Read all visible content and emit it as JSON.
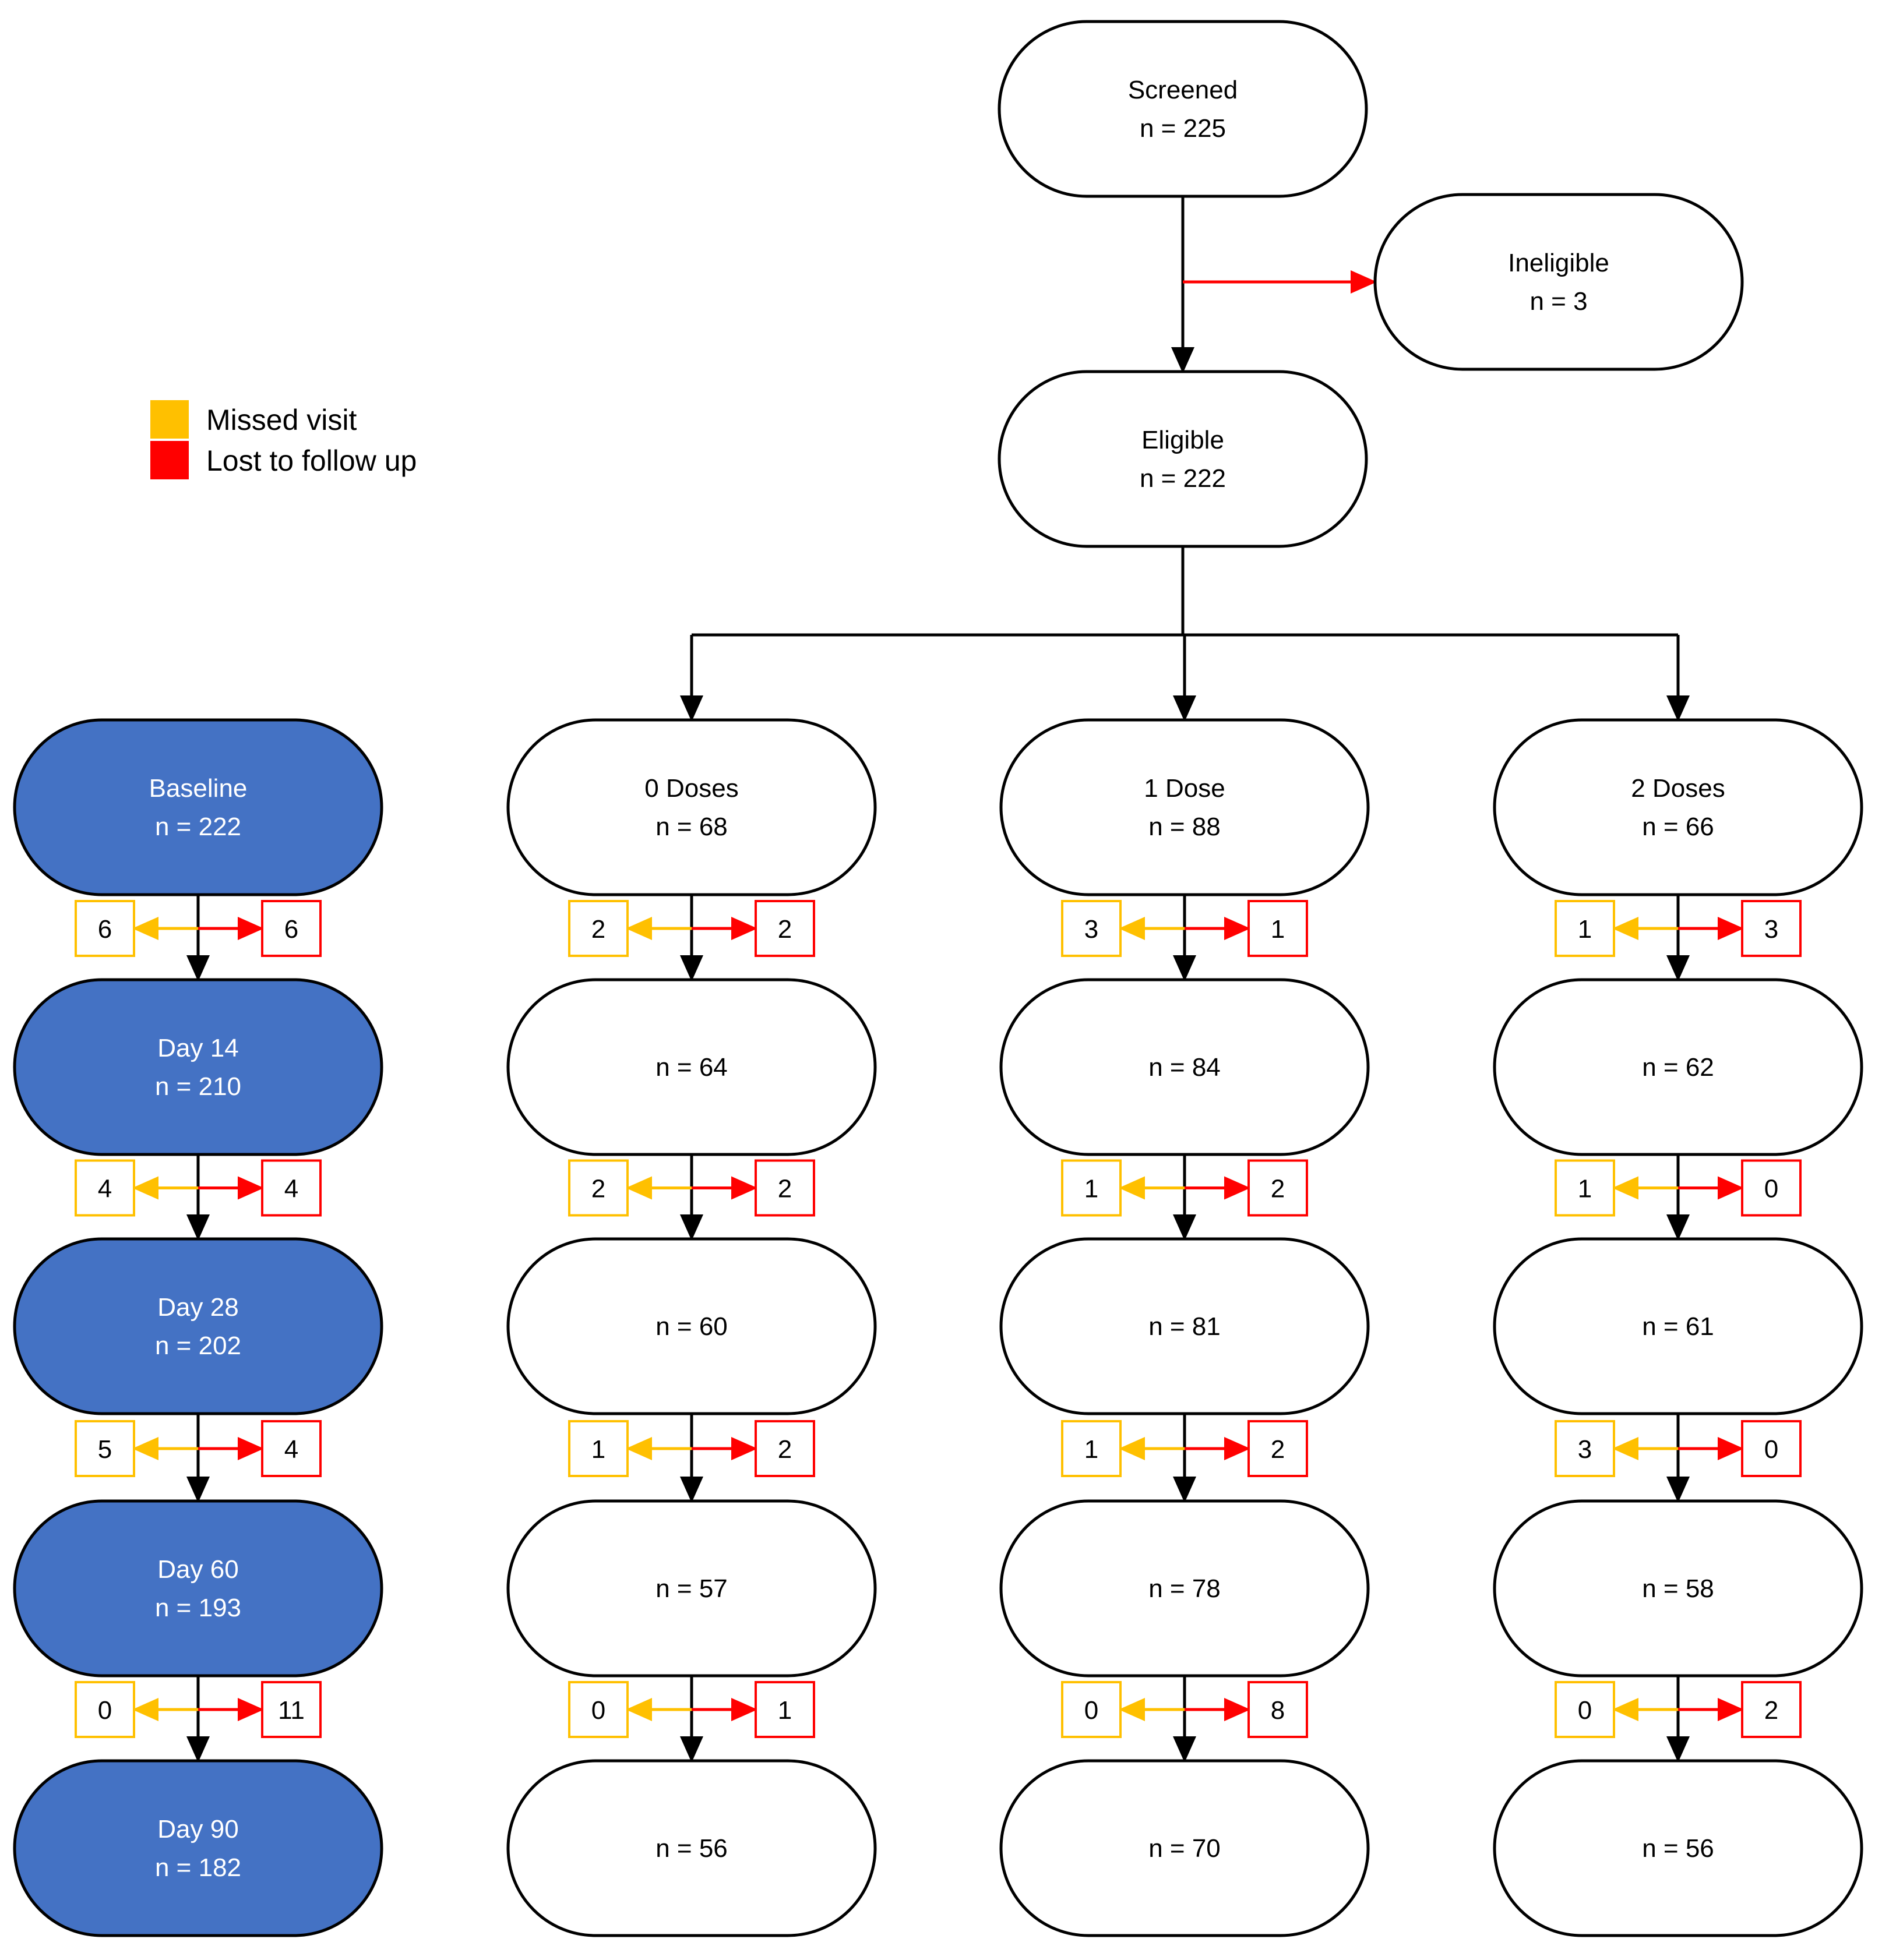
{
  "colors": {
    "missed_visit": "#FFC000",
    "lost_to_follow_up": "#FF0000",
    "timeline_fill": "#4472C4",
    "node_fill": "#FFFFFF",
    "stroke": "#000000"
  },
  "legend": [
    {
      "label": "Missed visit",
      "color_key": "missed_visit"
    },
    {
      "label": "Lost to follow up",
      "color_key": "lost_to_follow_up"
    }
  ],
  "nodes": {
    "screened": {
      "lines": [
        "Screened",
        "n = 225"
      ]
    },
    "ineligible": {
      "lines": [
        "Ineligible",
        "n = 3"
      ]
    },
    "eligible": {
      "lines": [
        "Eligible",
        "n = 222"
      ]
    }
  },
  "columns": [
    {
      "id": "timeline",
      "style": "timeline",
      "nodes": [
        [
          "Baseline",
          "n = 222"
        ],
        [
          "Day 14",
          "n = 210"
        ],
        [
          "Day 28",
          "n = 202"
        ],
        [
          "Day 60",
          "n = 193"
        ],
        [
          "Day 90",
          "n = 182"
        ]
      ],
      "transitions": [
        {
          "missed": "6",
          "lost": "6"
        },
        {
          "missed": "4",
          "lost": "4"
        },
        {
          "missed": "5",
          "lost": "4"
        },
        {
          "missed": "0",
          "lost": "11"
        }
      ]
    },
    {
      "id": "zero-doses",
      "style": "plain",
      "nodes": [
        [
          "0 Doses",
          "n = 68"
        ],
        [
          "n = 64"
        ],
        [
          "n = 60"
        ],
        [
          "n = 57"
        ],
        [
          "n = 56"
        ]
      ],
      "transitions": [
        {
          "missed": "2",
          "lost": "2"
        },
        {
          "missed": "2",
          "lost": "2"
        },
        {
          "missed": "1",
          "lost": "2"
        },
        {
          "missed": "0",
          "lost": "1"
        }
      ]
    },
    {
      "id": "one-dose",
      "style": "plain",
      "nodes": [
        [
          "1 Dose",
          "n = 88"
        ],
        [
          "n = 84"
        ],
        [
          "n = 81"
        ],
        [
          "n = 78"
        ],
        [
          "n = 70"
        ]
      ],
      "transitions": [
        {
          "missed": "3",
          "lost": "1"
        },
        {
          "missed": "1",
          "lost": "2"
        },
        {
          "missed": "1",
          "lost": "2"
        },
        {
          "missed": "0",
          "lost": "8"
        }
      ]
    },
    {
      "id": "two-doses",
      "style": "plain",
      "nodes": [
        [
          "2 Doses",
          "n = 66"
        ],
        [
          "n = 62"
        ],
        [
          "n = 61"
        ],
        [
          "n = 58"
        ],
        [
          "n = 56"
        ]
      ],
      "transitions": [
        {
          "missed": "1",
          "lost": "3"
        },
        {
          "missed": "1",
          "lost": "0"
        },
        {
          "missed": "3",
          "lost": "0"
        },
        {
          "missed": "0",
          "lost": "2"
        }
      ]
    }
  ]
}
